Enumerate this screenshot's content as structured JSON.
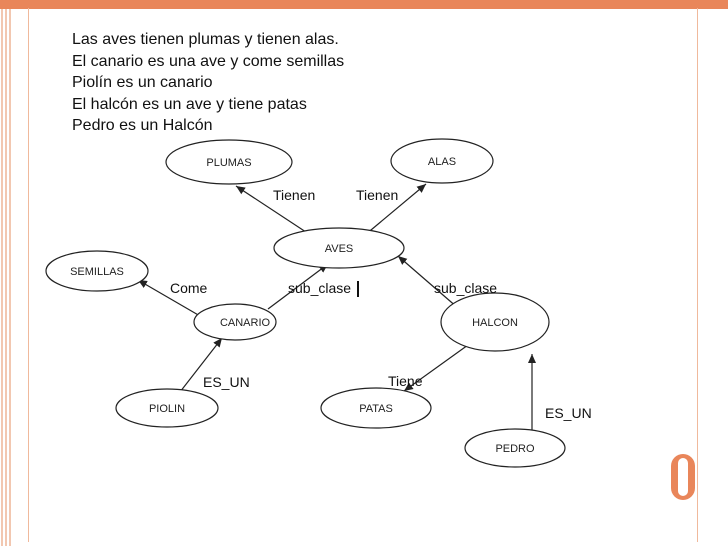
{
  "intro_lines": [
    "Las aves tienen plumas y tienen alas.",
    "El canario es una ave y come semillas",
    "Piolín es un canario",
    "El halcón es un ave y tiene patas",
    "Pedro es un Halcón"
  ],
  "nodes": {
    "plumas": "PLUMAS",
    "alas": "ALAS",
    "aves": "AVES",
    "semillas": "SEMILLAS",
    "canario": "CANARIO",
    "halcon": "HALCON",
    "piolin": "PIOLIN",
    "patas": "PATAS",
    "pedro": "PEDRO"
  },
  "edges": {
    "aves_plumas": "Tienen",
    "aves_alas": "Tienen",
    "canario_semillas": "Come",
    "canario_aves": "sub_clase",
    "halcon_aves": "sub_clase",
    "piolin_canario": "ES_UN",
    "halcon_patas": "Tiene",
    "pedro_halcon": "ES_UN"
  },
  "colors": {
    "accent": "#e9865a",
    "line": "#222222"
  }
}
